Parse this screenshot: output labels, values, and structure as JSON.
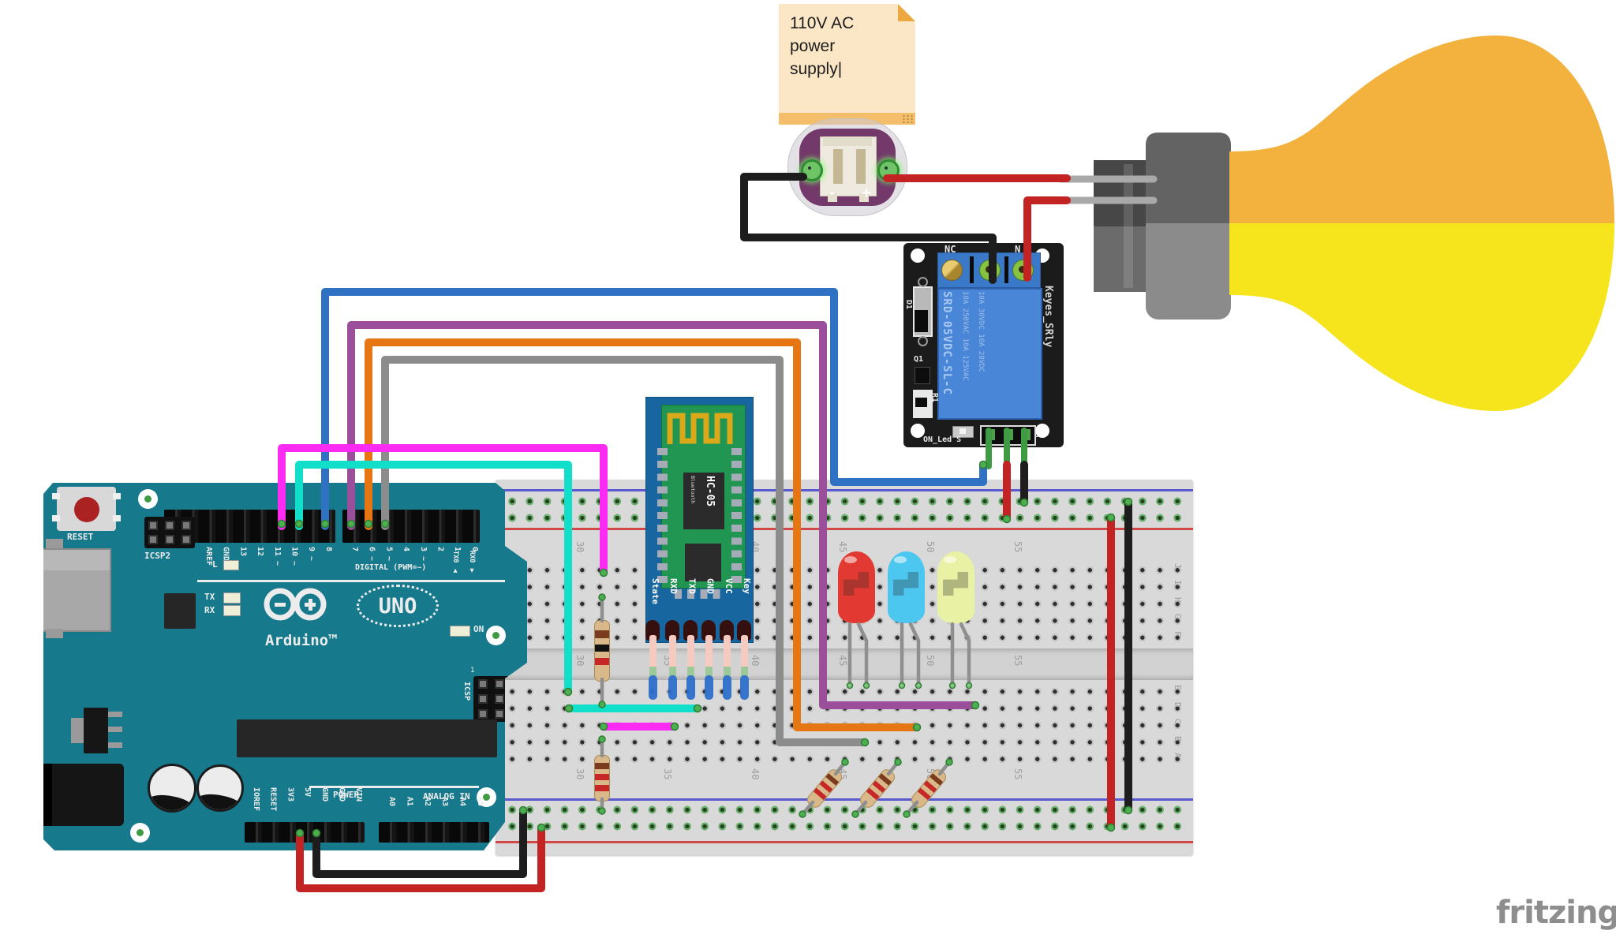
{
  "colors": {
    "board_teal": "#17798C",
    "breadboard": "#D9D9D9",
    "relay_blue": "#4A86D8",
    "hc05_green": "#219653",
    "hc05_blue": "#1766A0",
    "bulb_amber": "#F2B23D",
    "bulb_yellow": "#F6E41C",
    "note_bg": "#FBE7C6",
    "note_band": "#F5BE6A",
    "wire_blue": "#2F71C2",
    "wire_purple": "#9B4F9B",
    "wire_orange": "#E67613",
    "wire_gray": "#8C8C8C",
    "wire_magenta": "#FB2BF3",
    "wire_cyan": "#11DFC9",
    "wire_red": "#C42323",
    "wire_black": "#1D1D1D",
    "wire_green": "#3F9B43",
    "led_red": "#E23A32",
    "led_blue": "#4CC8F0",
    "led_yellow": "#E9F2A4"
  },
  "note": {
    "line1": "110V AC",
    "line2": "power",
    "line3": "supply|"
  },
  "connector": {
    "minus": "-",
    "plus": "+"
  },
  "relay": {
    "nc": "NC",
    "no": "N",
    "model": "SRD-05VDC-SL-C",
    "ratings1": "10A 250VAC 10A 125VAC",
    "ratings2": "10A 30VDC  10A 28VDC",
    "brand": "Keyes_SRly",
    "bottom": "ON_Led S",
    "minus": "-",
    "d1": "D1",
    "q1": "Q1",
    "r1": "R1"
  },
  "hc05": {
    "model": "HC-05",
    "tech": "Bluetooth",
    "pins": [
      "State",
      "RXD",
      "TXD",
      "GND",
      "VCC",
      "Key"
    ]
  },
  "arduino": {
    "reset": "RESET",
    "icsp2": "ICSP2",
    "icsp": "ICSP",
    "icsp_pin": "1",
    "digital_caption": "DIGITAL (PWM=~)",
    "pins_top_a": [
      "AREF",
      "GND",
      "13",
      "12",
      "11 ~",
      "10 ~",
      "9 ~",
      "8"
    ],
    "pins_top_b": [
      "7",
      "6 ~",
      "5 ~",
      "4",
      "3 ~",
      "2",
      "1",
      "0"
    ],
    "tx0": "TX0 ▲",
    "rx0": "RX0 ▼",
    "led_l": "L",
    "led_tx": "TX",
    "led_rx": "RX",
    "led_on": "ON",
    "brand": "Arduino™",
    "model": "UNO",
    "power_caption": "POWER",
    "power_pins": [
      "IOREF",
      "RESET",
      "3V3",
      "5V",
      "GND",
      "GND",
      "VIN"
    ],
    "analog_caption": "ANALOG IN",
    "analog_pins": [
      "A0",
      "A1",
      "A2",
      "A3",
      "A4",
      "A5"
    ]
  },
  "breadboard": {
    "numbers": [
      "30",
      "35",
      "40",
      "45",
      "50",
      "55"
    ],
    "letters_top": [
      "J",
      "I",
      "H",
      "G",
      "F"
    ],
    "letters_bottom": [
      "E",
      "D",
      "C",
      "B",
      "A"
    ]
  },
  "watermark": "fritzing"
}
